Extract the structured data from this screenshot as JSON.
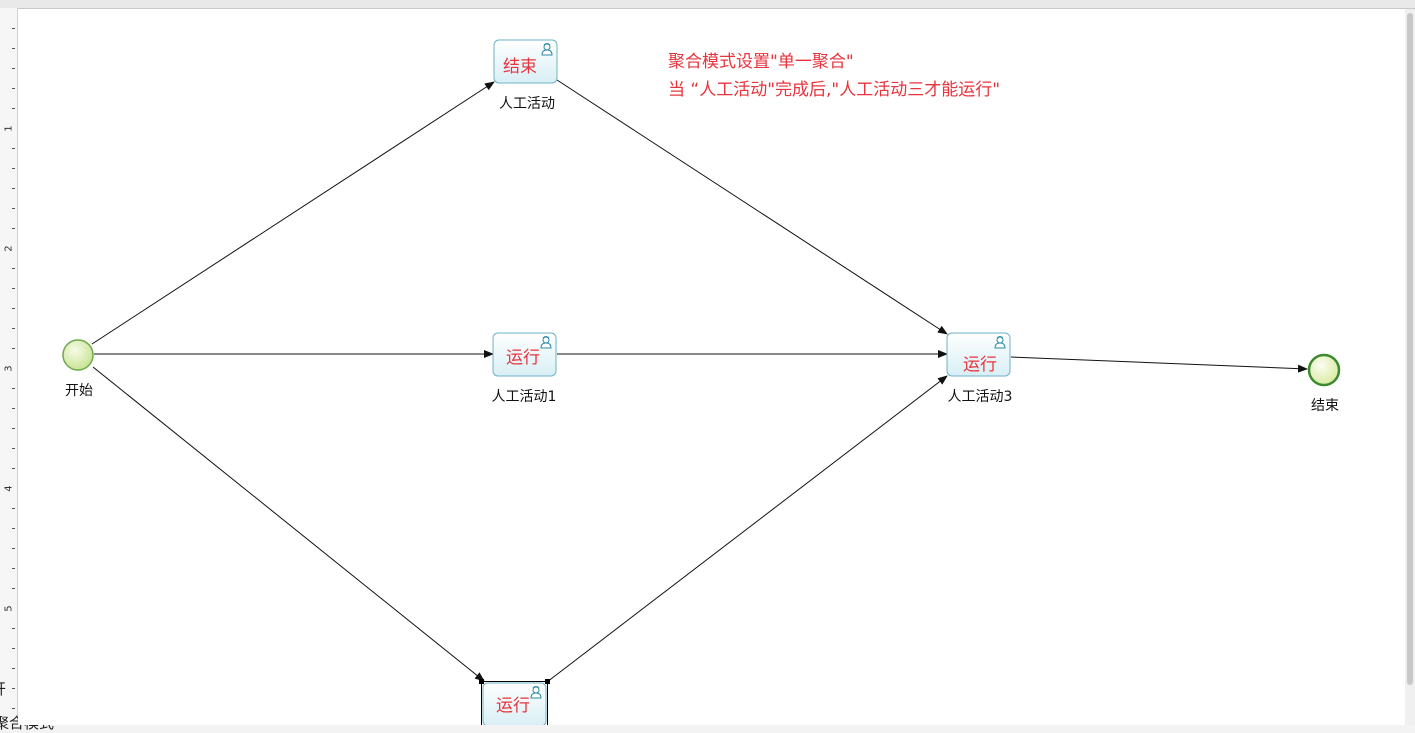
{
  "colors": {
    "task_text": "#e8343d",
    "annotation_text": "#e8343d",
    "task_fill": "#eaf6f9",
    "task_border": "#6fb2c7",
    "start_fill": "#d9eeb0",
    "start_border": "#6fa84a",
    "end_border": "#3c8a2e"
  },
  "ruler": {
    "labels": [
      "1",
      "2",
      "3",
      "4",
      "5"
    ]
  },
  "edge_text": {
    "a": "开",
    "b": "聚合模式"
  },
  "annotation": {
    "line1": "聚合模式设置\"单一聚合\"",
    "line2": "当 “人工活动\"完成后,\"人工活动三才能运行\""
  },
  "nodes": {
    "start": {
      "label": "开始",
      "icon": "start-event-icon"
    },
    "end": {
      "label": "结束",
      "icon": "end-event-icon"
    },
    "task_top": {
      "text": "结束",
      "label": "人工活动",
      "icon": "user-task-icon"
    },
    "task1": {
      "text": "运行",
      "label": "人工活动1",
      "icon": "user-task-icon"
    },
    "task3": {
      "text": "运行",
      "label": "人工活动3",
      "icon": "user-task-icon"
    },
    "task_bottom": {
      "text": "运行",
      "label": "",
      "icon": "user-task-icon"
    }
  }
}
